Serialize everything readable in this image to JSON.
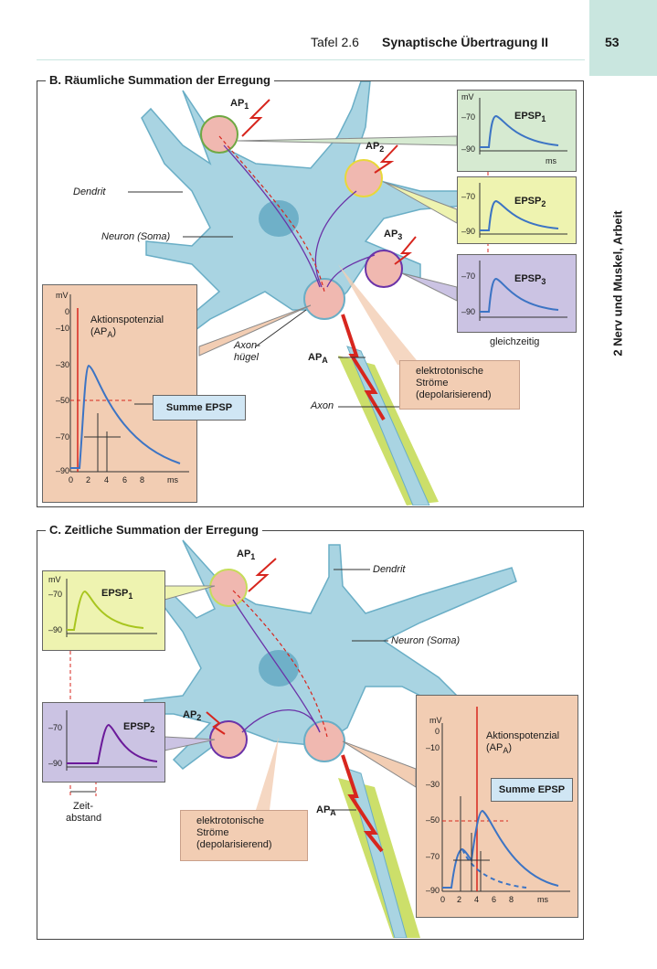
{
  "header": {
    "tafel": "Tafel 2.6",
    "title": "Synaptische Übertragung II",
    "page_number": "53"
  },
  "side_tab": "2 Nerv und Muskel, Arbeit",
  "colors": {
    "tab_bg": "#c9e6df",
    "green_box": "#d6ead1",
    "yellow_box": "#eef3b0",
    "purple_box": "#cbc3e3",
    "orange_box": "#f2cdb3",
    "neuron_blue": "#a9d4e2",
    "synapse_pink": "#f0b8b0",
    "axon_green": "#c6dc5a",
    "ap_red": "#d7261e",
    "current_purple": "#6b33a8",
    "curve_blue": "#3c74c4"
  },
  "section_b": {
    "title": "B. Räumliche Summation der Erregung",
    "labels": {
      "ap1": "AP",
      "ap1_sub": "1",
      "ap2": "AP",
      "ap2_sub": "2",
      "ap3": "AP",
      "ap3_sub": "3",
      "apa": "AP",
      "apa_sub": "A",
      "dendrit": "Dendrit",
      "neuron": "Neuron (Soma)",
      "axonhuegel_1": "Axon-",
      "axonhuegel_2": "hügel",
      "axon": "Axon",
      "gleichzeitig": "gleichzeitig",
      "elektro_1": "elektrotonische",
      "elektro_2": "Ströme",
      "elektro_3": "(depolarisierend)",
      "summe": "Summe EPSP"
    },
    "epsp_boxes": [
      {
        "title": "EPSP",
        "sub": "1",
        "unit": "mV",
        "y_top": "–70",
        "y_bottom": "–90",
        "x_unit": "ms"
      },
      {
        "title": "EPSP",
        "sub": "2",
        "y_top": "–70",
        "y_bottom": "–90"
      },
      {
        "title": "EPSP",
        "sub": "3",
        "y_top": "–70",
        "y_bottom": "–90"
      }
    ],
    "ap_chart": {
      "unit": "mV",
      "title_1": "Aktionspotenzial",
      "title_2": "(AP",
      "title_sub": "A",
      "title_end": ")",
      "yticks": [
        "0",
        "–10",
        "–30",
        "–50",
        "–70",
        "–90"
      ],
      "xticks": [
        "0",
        "2",
        "4",
        "6",
        "8"
      ],
      "x_unit": "ms"
    }
  },
  "section_c": {
    "title": "C. Zeitliche Summation der Erregung",
    "labels": {
      "ap1": "AP",
      "ap1_sub": "1",
      "ap2": "AP",
      "ap2_sub": "2",
      "apa": "AP",
      "apa_sub": "A",
      "dendrit": "Dendrit",
      "neuron": "Neuron (Soma)",
      "zeit_1": "Zeit-",
      "zeit_2": "abstand",
      "elektro_1": "elektrotonische",
      "elektro_2": "Ströme",
      "elektro_3": "(depolarisierend)",
      "summe": "Summe EPSP"
    },
    "epsp_boxes": [
      {
        "title": "EPSP",
        "sub": "1",
        "unit": "mV",
        "y_top": "–70",
        "y_bottom": "–90"
      },
      {
        "title": "EPSP",
        "sub": "2",
        "y_top": "–70",
        "y_bottom": "–90"
      }
    ],
    "ap_chart": {
      "unit": "mV",
      "title_1": "Aktionspotenzial",
      "title_2": "(AP",
      "title_sub": "A",
      "title_end": ")",
      "yticks": [
        "0",
        "–10",
        "–30",
        "–50",
        "–70",
        "–90"
      ],
      "xticks": [
        "0",
        "2",
        "4",
        "6",
        "8"
      ],
      "x_unit": "ms"
    }
  }
}
